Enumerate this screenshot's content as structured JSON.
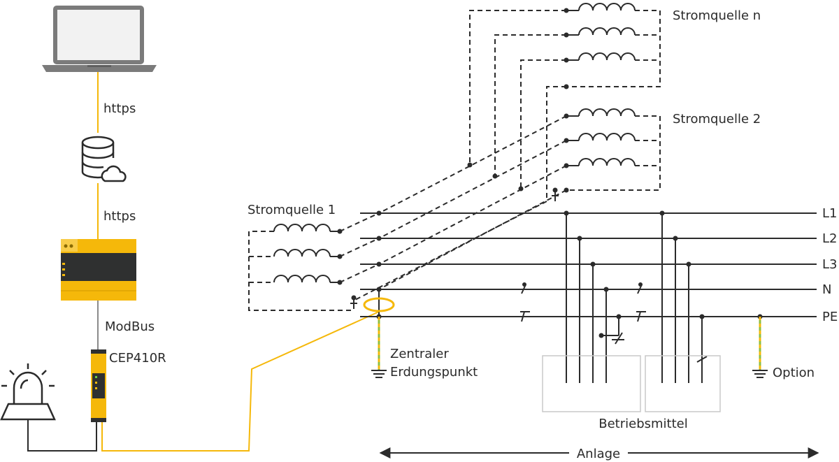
{
  "labels": {
    "https_top": "https",
    "https_bottom": "https",
    "modbus": "ModBus",
    "device": "CEP410R",
    "source_1": "Stromquelle 1",
    "source_2": "Stromquelle 2",
    "source_n": "Stromquelle n",
    "earth_point_line1": "Zentraler",
    "earth_point_line2": "Erdungspunkt",
    "option": "Option",
    "equipment": "Betriebsmittel",
    "installation": "Anlage"
  },
  "bus_lines": [
    "L1",
    "L2",
    "L3",
    "N",
    "PE"
  ],
  "icons": [
    "laptop-icon",
    "database-cloud-icon",
    "controller-device-icon",
    "cep410r-module-icon",
    "alarm-light-icon",
    "ground-icon"
  ],
  "colors": {
    "accent": "#f5b80a",
    "line": "#2b2b2b",
    "device_dark": "#2f3030",
    "box_border": "#c8c8c8",
    "earth_green": "#8fbf3f"
  }
}
